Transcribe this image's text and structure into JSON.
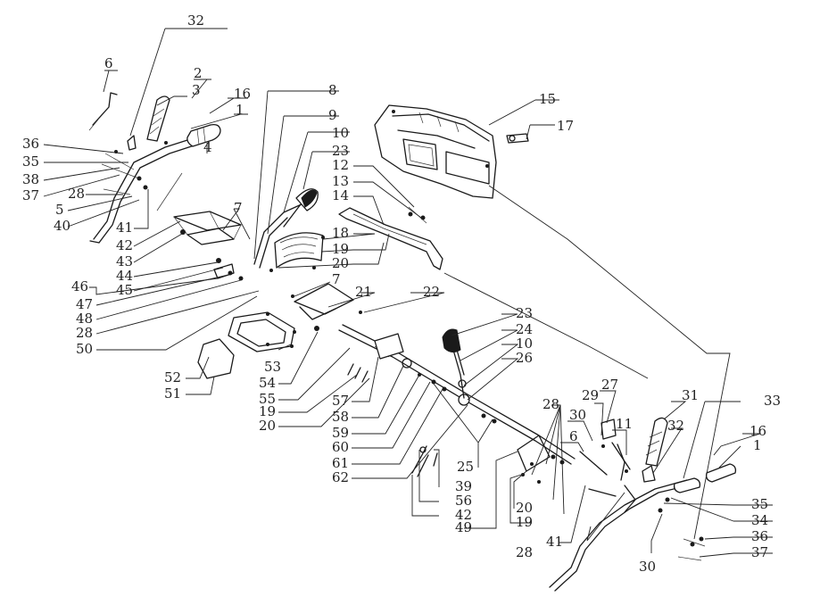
{
  "labels": [
    {
      "text": "32"
    },
    {
      "text": "6"
    },
    {
      "text": "2"
    },
    {
      "text": "3"
    },
    {
      "text": "16"
    },
    {
      "text": "1"
    },
    {
      "text": "4"
    },
    {
      "text": "36"
    },
    {
      "text": "35"
    },
    {
      "text": "38"
    },
    {
      "text": "37"
    },
    {
      "text": "28"
    },
    {
      "text": "5"
    },
    {
      "text": "40"
    },
    {
      "text": "41"
    },
    {
      "text": "42"
    },
    {
      "text": "43"
    },
    {
      "text": "44"
    },
    {
      "text": "45"
    },
    {
      "text": "46"
    },
    {
      "text": "47"
    },
    {
      "text": "48"
    },
    {
      "text": "28"
    },
    {
      "text": "50"
    },
    {
      "text": "7"
    },
    {
      "text": "8"
    },
    {
      "text": "9"
    },
    {
      "text": "10"
    },
    {
      "text": "23"
    },
    {
      "text": "12"
    },
    {
      "text": "13"
    },
    {
      "text": "14"
    },
    {
      "text": "18"
    },
    {
      "text": "19"
    },
    {
      "text": "20"
    },
    {
      "text": "7"
    },
    {
      "text": "21"
    },
    {
      "text": "22"
    },
    {
      "text": "15"
    },
    {
      "text": "17"
    },
    {
      "text": "52"
    },
    {
      "text": "51"
    },
    {
      "text": "53"
    },
    {
      "text": "54"
    },
    {
      "text": "55"
    },
    {
      "text": "19"
    },
    {
      "text": "20"
    },
    {
      "text": "57"
    },
    {
      "text": "58"
    },
    {
      "text": "59"
    },
    {
      "text": "60"
    },
    {
      "text": "61"
    },
    {
      "text": "62"
    },
    {
      "text": "23"
    },
    {
      "text": "24"
    },
    {
      "text": "10"
    },
    {
      "text": "26"
    },
    {
      "text": "25"
    },
    {
      "text": "39"
    },
    {
      "text": "56"
    },
    {
      "text": "42"
    },
    {
      "text": "49"
    },
    {
      "text": "20"
    },
    {
      "text": "19"
    },
    {
      "text": "28"
    },
    {
      "text": "27"
    },
    {
      "text": "29"
    },
    {
      "text": "30"
    },
    {
      "text": "6"
    },
    {
      "text": "11"
    },
    {
      "text": "31"
    },
    {
      "text": "32"
    },
    {
      "text": "33"
    },
    {
      "text": "16"
    },
    {
      "text": "1"
    },
    {
      "text": "35"
    },
    {
      "text": "34"
    },
    {
      "text": "36"
    },
    {
      "text": "37"
    },
    {
      "text": "41"
    },
    {
      "text": "28"
    },
    {
      "text": "30"
    }
  ]
}
